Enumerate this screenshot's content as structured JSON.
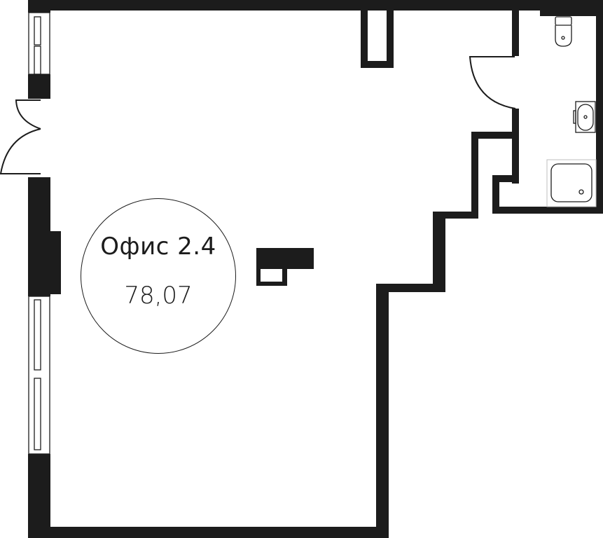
{
  "plan": {
    "room": {
      "name": "Офис 2.4",
      "area": "78,07"
    },
    "colors": {
      "wall": "#1c1c1c",
      "background": "#ffffff"
    },
    "fixtures": [
      "toilet",
      "sink",
      "shower-tray",
      "entry-double-door",
      "bathroom-door",
      "windows",
      "column"
    ]
  }
}
